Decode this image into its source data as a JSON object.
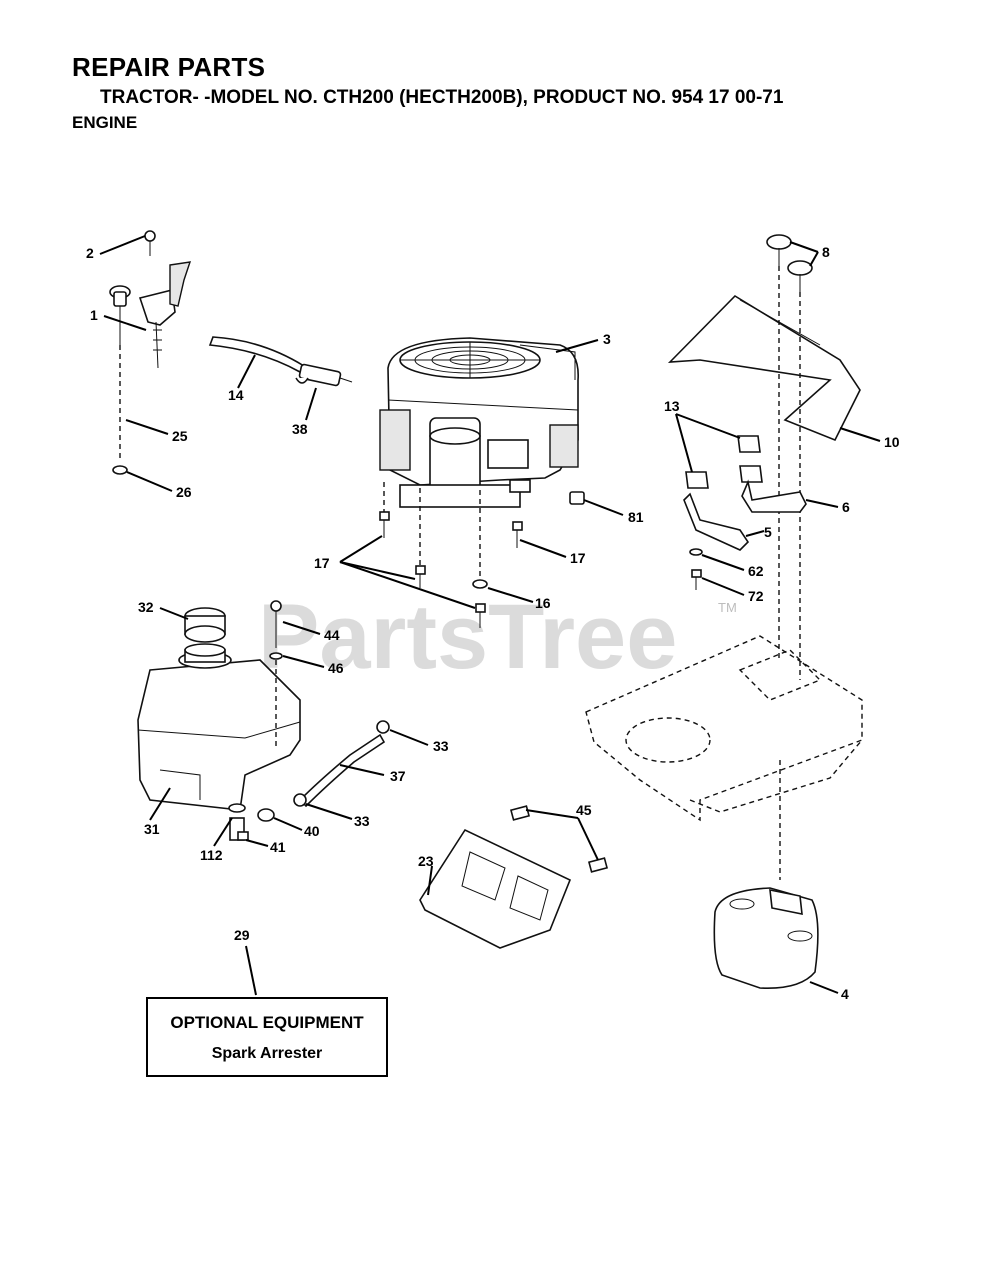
{
  "header": {
    "title": "REPAIR PARTS",
    "subtitle": "TRACTOR- -MODEL NO. CTH200 (HECTH200B), PRODUCT NO. 954 17 00-71",
    "section": "ENGINE"
  },
  "watermark": {
    "text": "PartsTree",
    "trademark": "TM"
  },
  "optional_box": {
    "heading": "OPTIONAL EQUIPMENT",
    "item": "Spark Arrester"
  },
  "callouts": {
    "c1": "1",
    "c2": "2",
    "c3": "3",
    "c4": "4",
    "c5": "5",
    "c6": "6",
    "c8": "8",
    "c10": "10",
    "c13": "13",
    "c14": "14",
    "c16": "16",
    "c17a": "17",
    "c17b": "17",
    "c23": "23",
    "c25": "25",
    "c26": "26",
    "c29": "29",
    "c31": "31",
    "c32": "32",
    "c33a": "33",
    "c33b": "33",
    "c37": "37",
    "c38": "38",
    "c40": "40",
    "c41": "41",
    "c44": "44",
    "c45": "45",
    "c46": "46",
    "c62": "62",
    "c72": "72",
    "c81": "81",
    "c112": "112"
  }
}
